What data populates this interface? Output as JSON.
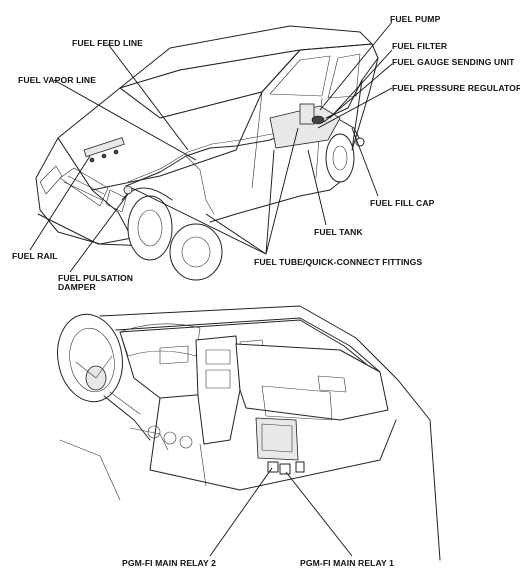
{
  "diagram": {
    "labels": {
      "fuel_pump": "FUEL PUMP",
      "fuel_feed_line": "FUEL FEED LINE",
      "fuel_filter": "FUEL FILTER",
      "fuel_gauge_sending_unit": "FUEL GAUGE SENDING UNIT",
      "fuel_vapor_line": "FUEL VAPOR LINE",
      "fuel_pressure_regulator": "FUEL PRESSURE REGULATOR",
      "fuel_fill_cap": "FUEL FILL CAP",
      "fuel_tank": "FUEL TANK",
      "fuel_rail": "FUEL RAIL",
      "fuel_tube_fittings": "FUEL TUBE/QUICK-CONNECT FITTINGS",
      "fuel_pulsation_damper_line1": "FUEL PULSATION",
      "fuel_pulsation_damper_line2": "DAMPER",
      "pgm_fi_relay_2": "PGM-FI MAIN RELAY 2",
      "pgm_fi_relay_1": "PGM-FI MAIN RELAY 1"
    }
  }
}
